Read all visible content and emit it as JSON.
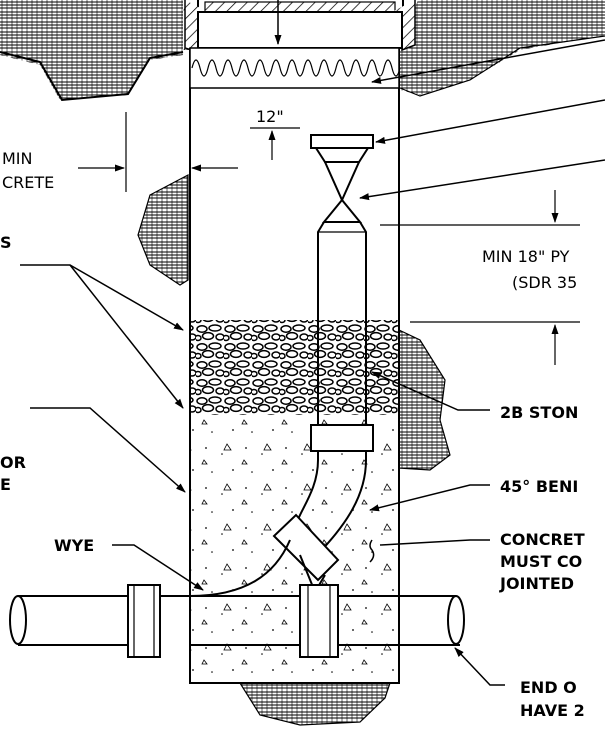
{
  "labels": {
    "dim_12": "12\"",
    "min_left": "MIN",
    "concrete_left": "CRETE",
    "min_18": "MIN 18\" PY",
    "sdr": "(SDR 35",
    "s_left": "S",
    "or_left": "OR",
    "e_left": "E",
    "wye": "WYE",
    "stone": "2B STON",
    "bend": "45° BENI",
    "concrete_r1": "CONCRET",
    "concrete_r2": "MUST CO",
    "concrete_r3": "JOINTED",
    "end_r1": "END O",
    "end_r2": "HAVE 2"
  },
  "colors": {
    "ink": "#000000",
    "paper": "#ffffff"
  }
}
